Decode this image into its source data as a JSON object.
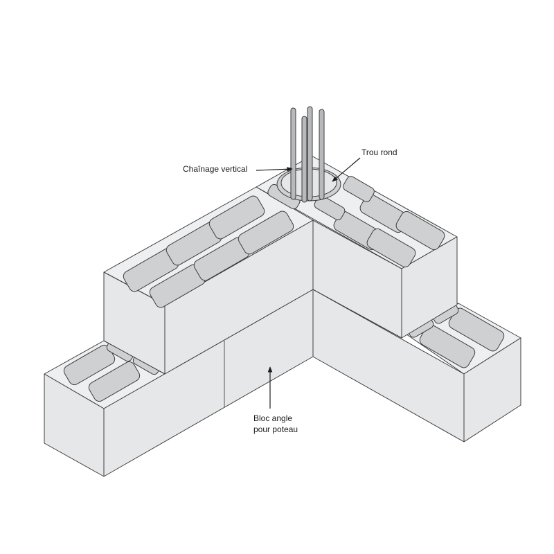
{
  "labels": {
    "chainage": "Chaînage vertical",
    "trou": "Trou rond",
    "bloc_line1": "Bloc angle",
    "bloc_line2": "pour poteau"
  },
  "colors": {
    "block_face": "#e6e7e9",
    "block_top": "#eeeff0",
    "cell": "#cfd0d2",
    "rod": "#b8b9bb",
    "outline": "#3c3c3c"
  }
}
